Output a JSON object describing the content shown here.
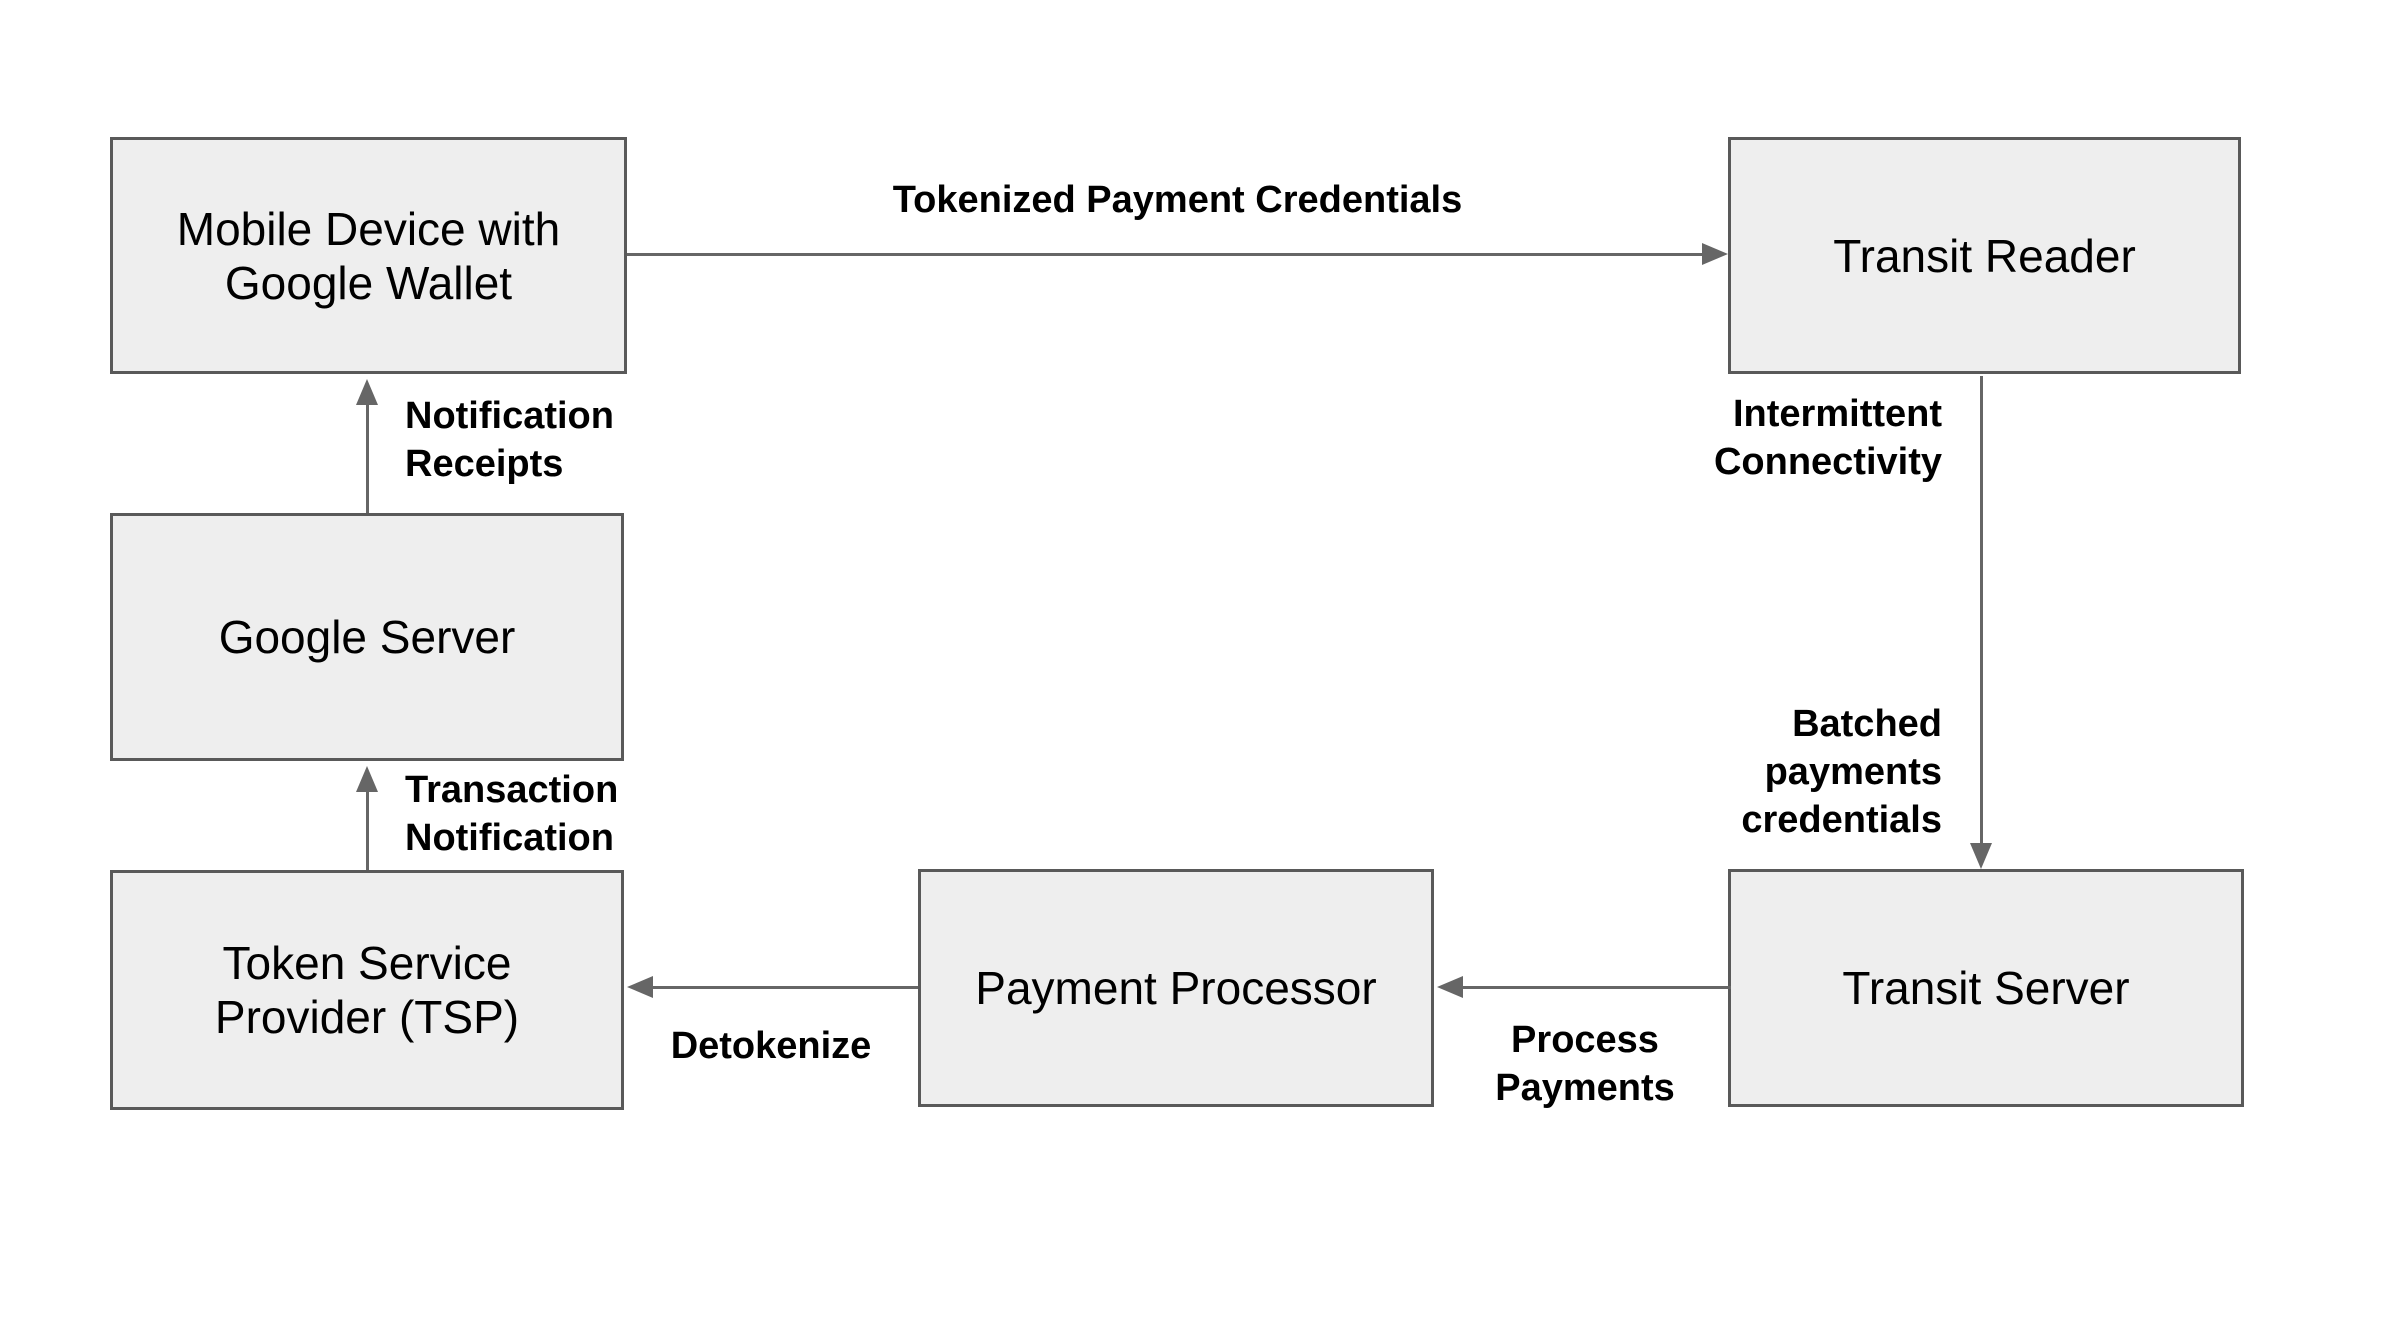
{
  "diagram": {
    "type": "flow-diagram",
    "colors": {
      "background": "#ffffff",
      "node_fill": "#eeeeee",
      "node_border": "#595959",
      "arrow": "#666666",
      "text": "#000000"
    },
    "nodes": {
      "mobile_device": {
        "label": "Mobile Device with\nGoogle Wallet"
      },
      "transit_reader": {
        "label": "Transit Reader"
      },
      "google_server": {
        "label": "Google Server"
      },
      "tsp": {
        "label": "Token Service\nProvider (TSP)"
      },
      "payment_processor": {
        "label": "Payment Processor"
      },
      "transit_server": {
        "label": "Transit Server"
      }
    },
    "edge_labels": {
      "tokenized": "Tokenized Payment Credentials",
      "intermittent": "Intermittent\nConnectivity",
      "batched": "Batched\npayments\ncredentials",
      "process": "Process\nPayments",
      "detokenize": "Detokenize",
      "transaction": "Transaction\nNotification",
      "receipts": "Notification\nReceipts"
    },
    "edges": [
      {
        "from": "mobile_device",
        "to": "transit_reader",
        "labels": [
          "Tokenized Payment Credentials"
        ],
        "direction": "right"
      },
      {
        "from": "transit_reader",
        "to": "transit_server",
        "labels": [
          "Intermittent Connectivity",
          "Batched payments credentials"
        ],
        "direction": "down"
      },
      {
        "from": "transit_server",
        "to": "payment_processor",
        "labels": [
          "Process Payments"
        ],
        "direction": "left"
      },
      {
        "from": "payment_processor",
        "to": "tsp",
        "labels": [
          "Detokenize"
        ],
        "direction": "left"
      },
      {
        "from": "tsp",
        "to": "google_server",
        "labels": [
          "Transaction Notification"
        ],
        "direction": "up"
      },
      {
        "from": "google_server",
        "to": "mobile_device",
        "labels": [
          "Notification Receipts"
        ],
        "direction": "up"
      }
    ]
  }
}
